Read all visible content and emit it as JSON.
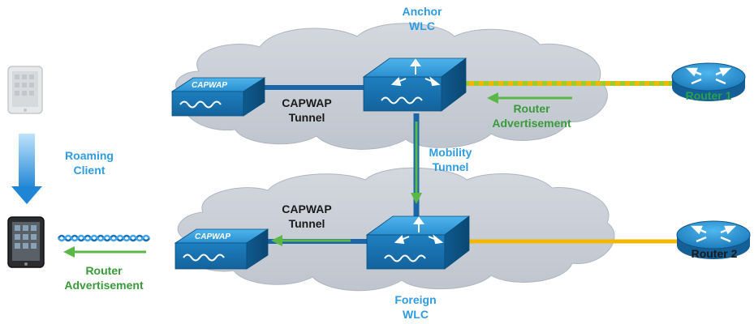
{
  "labels": {
    "anchor_line1": "Anchor",
    "anchor_line2": "WLC",
    "foreign_line1": "Foreign",
    "foreign_line2": "WLC",
    "capwap_top_line1": "CAPWAP",
    "capwap_top_line2": "Tunnel",
    "capwap_bottom_line1": "CAPWAP",
    "capwap_bottom_line2": "Tunnel",
    "mobility_line1": "Mobility",
    "mobility_line2": "Tunnel",
    "roaming_line1": "Roaming",
    "roaming_line2": "Client",
    "ra_top_line1": "Router",
    "ra_top_line2": "Advertisement",
    "ra_bottom_line1": "Router",
    "ra_bottom_line2": "Advertisement",
    "ap_top_badge": "CAPWAP",
    "ap_bottom_badge": "CAPWAP",
    "router1": "Router 1",
    "router2": "Router 2"
  },
  "colors": {
    "blue_text": "#2f9be0",
    "green_text": "#3a9a3a",
    "dark_text": "#1a1a1a",
    "cloud": "#c9ced6",
    "device_blue": "#1f86c4",
    "tunnel_blue": "#1a66a8",
    "link_yellow": "#f2b705",
    "link_green_dotted": "#9acd32",
    "arrow_green": "#5bb847"
  }
}
